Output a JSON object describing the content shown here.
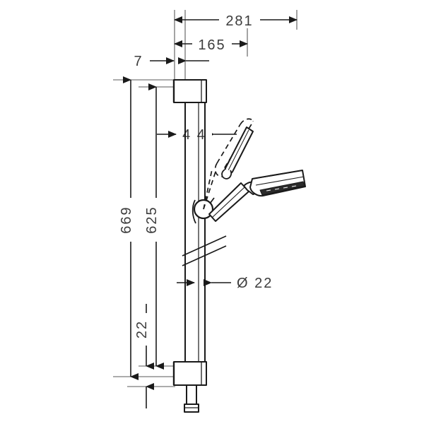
{
  "drawing": {
    "title": "Shower rail set technical dimension drawing",
    "background_color": "#ffffff",
    "line_color": "#1a1a1a",
    "dimension_color": "#3c3c3c",
    "units": "mm"
  },
  "dimensions": {
    "overall_width": "281",
    "handshower_reach": "165",
    "wall_offset": "7",
    "bracket_offset": "4 4",
    "overall_height": "669",
    "rail_length": "625",
    "bottom_offset": "22",
    "tube_diameter": "Ø 22"
  },
  "labels": [
    {
      "id": "width-281",
      "text": "281",
      "orientation": "horizontal"
    },
    {
      "id": "width-165",
      "text": "165",
      "orientation": "horizontal"
    },
    {
      "id": "width-7",
      "text": "7",
      "orientation": "horizontal"
    },
    {
      "id": "width-44",
      "text": "4 4",
      "orientation": "horizontal"
    },
    {
      "id": "height-669",
      "text": "669",
      "orientation": "vertical"
    },
    {
      "id": "height-625",
      "text": "625",
      "orientation": "vertical"
    },
    {
      "id": "height-22",
      "text": "22",
      "orientation": "vertical"
    },
    {
      "id": "diameter-22",
      "text": "Ø 22",
      "orientation": "horizontal"
    }
  ],
  "parts": [
    {
      "id": "wall-bracket-top",
      "name": "Top wall bracket"
    },
    {
      "id": "wall-bracket-bottom",
      "name": "Bottom wall bracket with hose outlet"
    },
    {
      "id": "shower-rail",
      "name": "Vertical shower rail tube"
    },
    {
      "id": "slider-holder",
      "name": "Adjustable handshower holder"
    },
    {
      "id": "handshower",
      "name": "Handshower in lowered position"
    },
    {
      "id": "handshower-phantom",
      "name": "Handshower in raised position (dashed)"
    },
    {
      "id": "break-line",
      "name": "Rail break line"
    },
    {
      "id": "hose-outlet",
      "name": "Hose connection outlet"
    }
  ]
}
